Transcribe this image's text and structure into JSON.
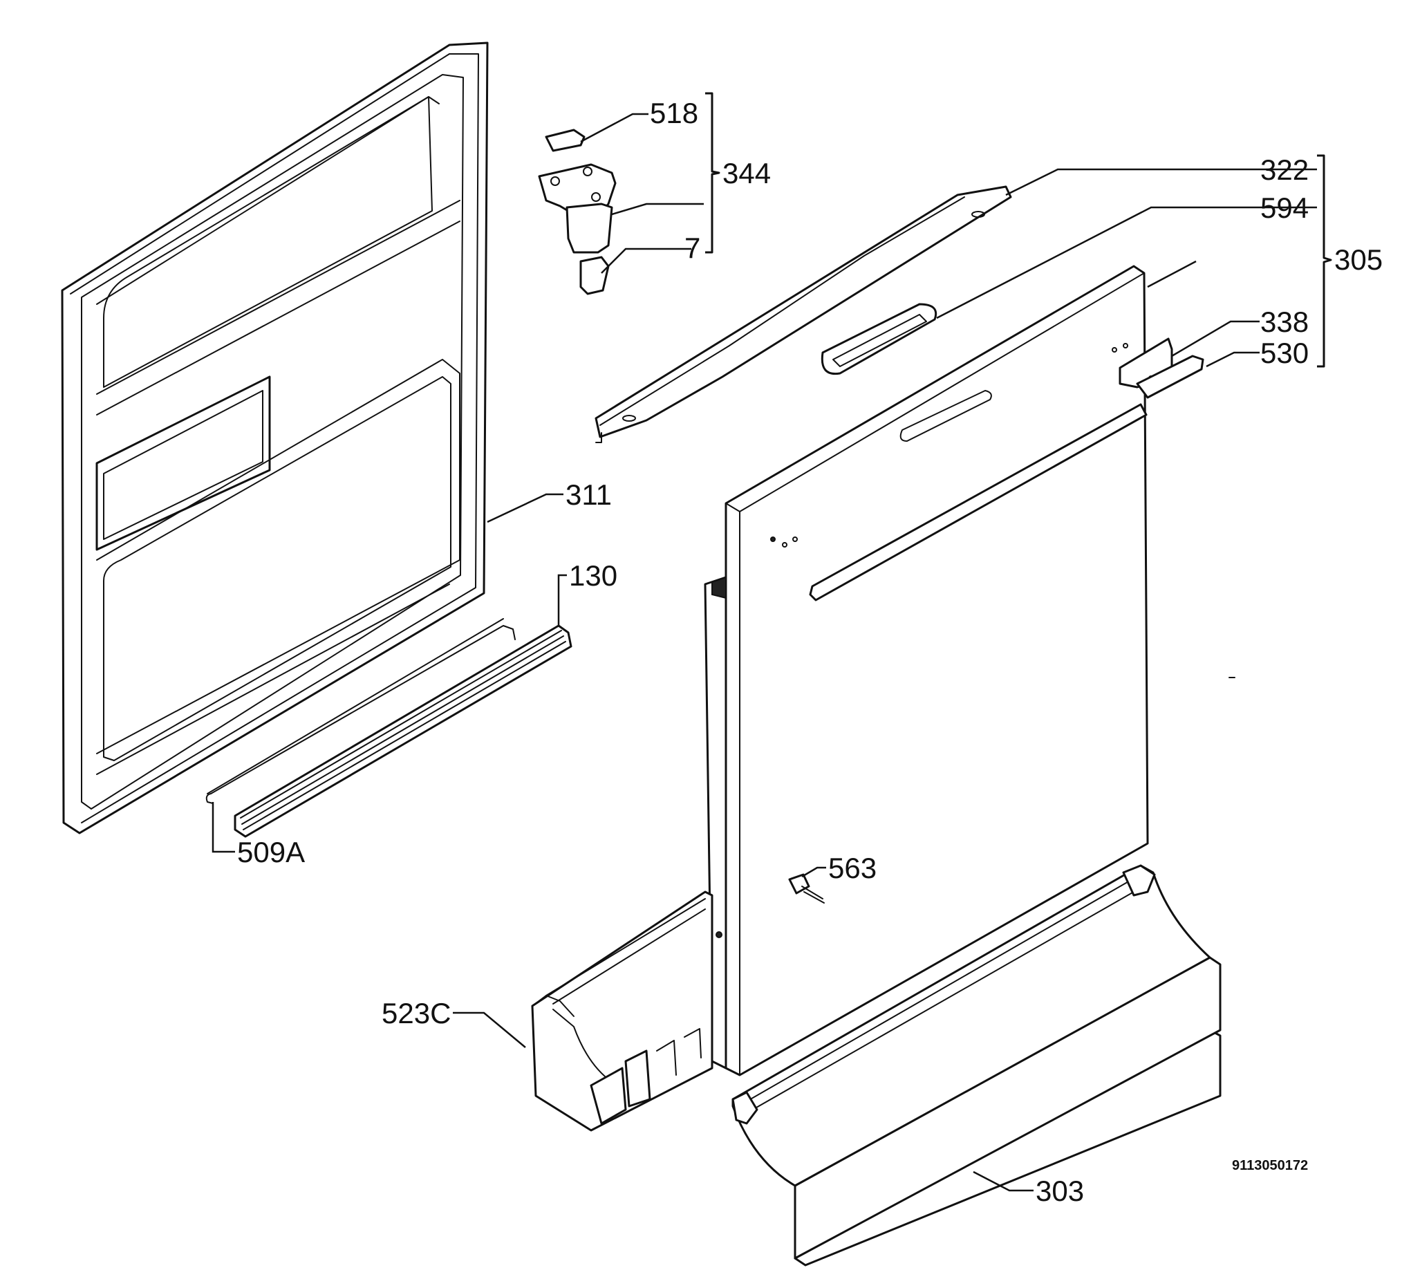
{
  "labels": {
    "p518": "518",
    "p344": "344",
    "p7": "7",
    "p322": "322",
    "p594": "594",
    "p305": "305",
    "p338": "338",
    "p530": "530",
    "p311": "311",
    "p130": "130",
    "p509a": "509A",
    "p563": "563",
    "p523c": "523C",
    "p303": "303"
  },
  "drawing_number": "9113050172"
}
